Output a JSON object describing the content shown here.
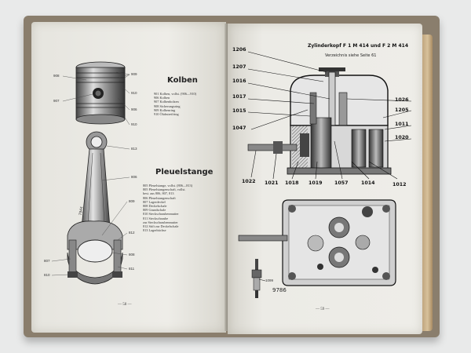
{
  "left_page": {
    "heading_kolben": "Kolben",
    "kolben_parts": [
      "901 Kolben, vollst. (906—910)",
      "906 Kolben",
      "907 Kolbenbolzen",
      "908 Sicherungsring",
      "909 Kolbenring",
      "910 Ölabstreifring"
    ],
    "heading_pleuel": "Pleuelstange",
    "pleuel_parts": [
      "805 Pleuelstange, vollst. (806—813)",
      "805 Pleuelstangenschaft, vollst.",
      "     best. aus 806, 807, 813",
      "806 Pleuelstangenschaft",
      "807 Lagerdeckel",
      "808 Deckelschale",
      "809 Grundschale",
      "810 Steckschraubenmutter",
      "811 Steckschraube",
      "     zur Steckschraubenmutter",
      "812 Stift zur Deckelschale",
      "813 Lagerbüchse"
    ],
    "callouts": {
      "c908": "908",
      "c909": "909",
      "c910a": "910",
      "c907": "907",
      "c906": "906",
      "c910b": "910",
      "c813": "813",
      "c806": "806",
      "c809": "809",
      "c812": "812",
      "c807": "807",
      "c808": "808",
      "c810": "810",
      "c811": "811"
    },
    "rod_stamp": "7944",
    "page_number": "— 58 —"
  },
  "right_page": {
    "title": "Zylinderkopf F 1 M 414 und F 2 M 414",
    "subtitle": "Verzeichnis siehe Seite 61",
    "callouts": {
      "c1206": "1206",
      "c1207": "1207",
      "c1016": "1016",
      "c1017": "1017",
      "c1015": "1015",
      "c1047": "1047",
      "c1026": "1026",
      "c1205": "1205",
      "c1011": "1011",
      "c1020": "1020",
      "c1022": "1022",
      "c1021": "1021",
      "c1018": "1018",
      "c1019": "1019",
      "c1057": "1057",
      "c1014": "1014",
      "c1012": "1012",
      "c1099": "1099"
    },
    "plate_number": "9786",
    "page_number": "— 59 —"
  },
  "colors": {
    "paper": "#ecebe6",
    "ink": "#222222",
    "cover": "#8a7e6d",
    "edge": "#c9b088"
  }
}
